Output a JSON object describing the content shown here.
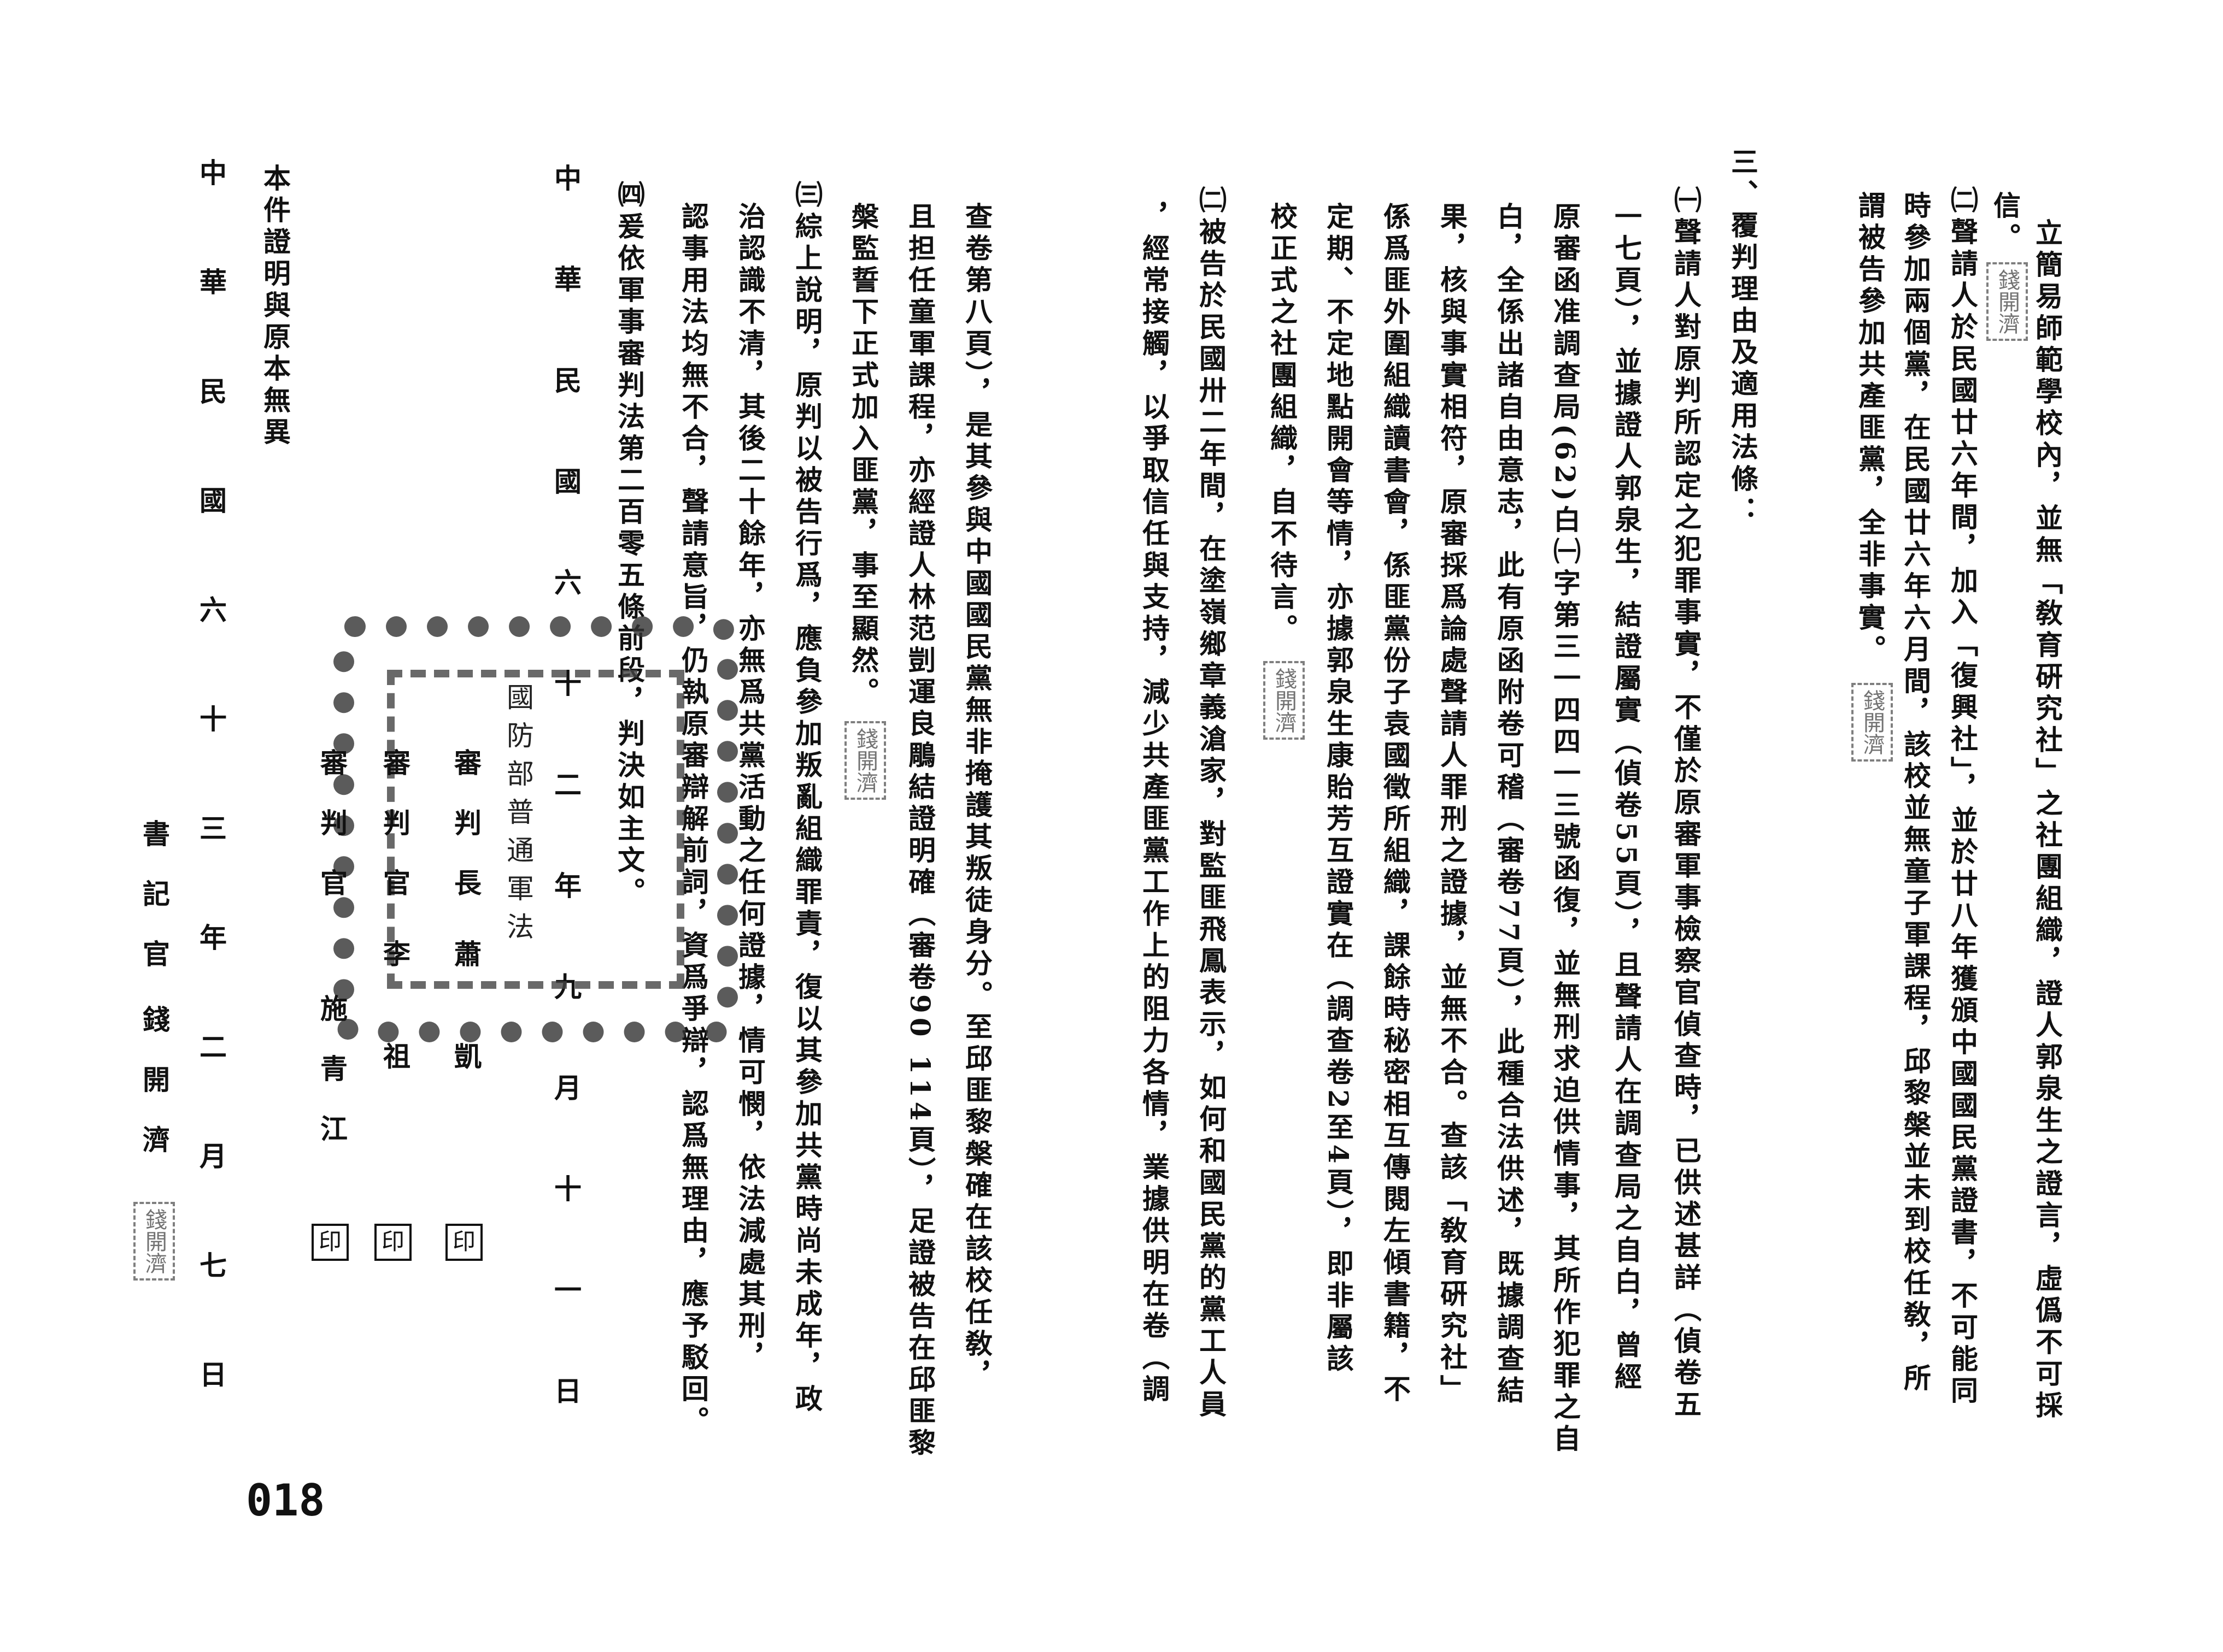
{
  "columns": [
    "立簡易師範學校內，並無「敎育硏究社」之社團組織，證人郭泉生之證言，虛僞不可採",
    "信。",
    "㈡聲請人於民國廿六年間，加入「復興社」，並於廿八年獲頒中國國民黨證書，不可能同",
    "時參加兩個黨，在民國廿六年六月間，該校並無童子軍課程，邱黎槃並未到校任敎，所",
    "謂被告參加共產匪黨，全非事實。",
    "三、覆判理由及適用法條：",
    "㈠聲請人對原判所認定之犯罪事實，不僅於原審軍事檢察官偵查時，已供述甚詳（偵卷五",
    "一七頁），並據證人郭泉生，結證屬實（偵卷55頁），且聲請人在調查局之自白，曾經",
    "原審函准調查局(62)白㈠字第三一四四一三號函復，並無刑求迫供情事，其所作犯罪之自",
    "白，全係出諸自由意志，此有原函附卷可稽（審卷77頁），此種合法供述，既據調查結",
    "果，核與事實相符，原審採爲論處聲請人罪刑之證據，並無不合。查該「敎育硏究社」",
    "係爲匪外圍組織讀書會，係匪黨份子袁國徵所組織，課餘時秘密相互傳閱左傾書籍，不",
    "定期、不定地點開會等情，亦據郭泉生康貽芳互證實在（調查卷2至4頁），即非屬該",
    "校正式之社團組織，自不待言。",
    "㈡被告於民國卅二年間，在塗嶺鄉章義滄家，對監匪飛鳳表示，如何和國民黨的黨工人員",
    "，經常接觸，以爭取信任與支持，減少共產匪黨工作上的阻力各情，業據供明在卷（調",
    "查卷第八頁），是其參與中國國民黨無非掩護其叛徒身分。至邱匪黎槃確在該校任敎，",
    "且担任童軍課程，亦經證人林范剴運良鵰結證明確（審卷90 114頁），足證被告在邱匪黎",
    "槃監誓下正式加入匪黨，事至顯然。",
    "㈢綜上說明，原判以被告行爲，應負參加叛亂組織罪責，復以其參加共黨時尚未成年，政",
    "治認識不清，其後二十餘年，亦無爲共黨活動之任何證據，情可憫，依法減處其刑，",
    "認事用法均無不合，聲請意旨，仍執原審辯解前詞，資爲爭辯，認爲無理由，應予駁回。",
    "㈣爰依軍事審判法第二百零五條前段，判決如主文。"
  ],
  "date_line": "中華民國六十二年九月十一日",
  "judges": [
    {
      "title": "審判長",
      "name": "蕭 凱",
      "seal": "印"
    },
    {
      "title": "審判官",
      "name": "李 祖",
      "seal": "印"
    },
    {
      "title": "審判官",
      "name": "施青江",
      "seal": "印"
    }
  ],
  "court_seal_text": "國防部普通軍法",
  "certification": "本件證明與原本無異",
  "cert_date": "中華民國六十三年二月七日",
  "clerk": {
    "title": "書記官",
    "name": "錢開濟"
  },
  "personal_seal": "錢開濟",
  "page_number": "018"
}
